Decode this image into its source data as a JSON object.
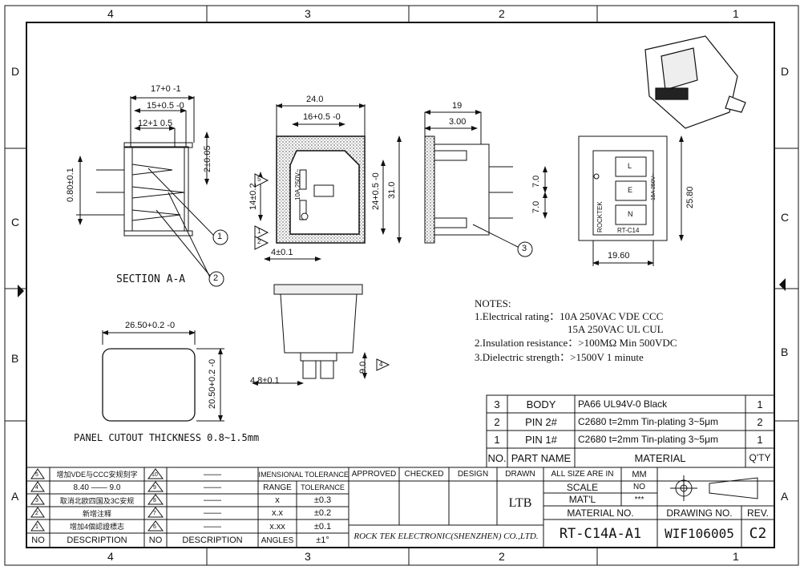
{
  "grid": {
    "cols_top": [
      "4",
      "3",
      "2",
      "1"
    ],
    "cols_bottom": [
      "4",
      "3",
      "2",
      "1"
    ],
    "rows_left": [
      "D",
      "C",
      "B",
      "A"
    ],
    "rows_right": [
      "D",
      "C",
      "B",
      "A"
    ]
  },
  "views": {
    "section": {
      "label": "SECTION A-A",
      "dims": [
        "17+0 -1",
        "15+0.5 -0",
        "12+1 0.5",
        "2±0.05",
        "0.80±0.1"
      ],
      "callouts": [
        "1",
        "2"
      ]
    },
    "front": {
      "dims": [
        "24.0",
        "16+0.5 -0",
        "14±0.2",
        "24+0.5 -0",
        "31.0",
        "4±0.1"
      ],
      "rating_text": "10A 250V~",
      "triangles": [
        "5",
        "1",
        "2"
      ]
    },
    "side": {
      "dims": [
        "19",
        "3.00",
        "7.0",
        "7.0"
      ],
      "callouts": [
        "3"
      ]
    },
    "rear": {
      "dims": [
        "25.80",
        "19.60"
      ],
      "texts": [
        "ROCKTEK",
        "RT-C14",
        "15A 250V~",
        "L",
        "E",
        "N"
      ]
    },
    "bottom": {
      "dims": [
        "4.8±0.1",
        "9.0"
      ],
      "triangles": [
        "4"
      ]
    },
    "cutout": {
      "dims": [
        "26.50+0.2 -0",
        "20.50+0.2 -0"
      ],
      "label": "PANEL CUTOUT THICKNESS 0.8~1.5mm"
    }
  },
  "notes": {
    "title": "NOTES:",
    "lines": [
      "1.Electrical rating：10A 250VAC   VDE CCC",
      "15A 250VAC    UL CUL",
      "2.Insulation resistance：>100MΩ  Min 500VDC",
      "3.Dielectric strength：>1500V 1 minute"
    ]
  },
  "bom": [
    {
      "no": "3",
      "part": "BODY",
      "material": "PA66  UL94V-0  Black",
      "qty": "1"
    },
    {
      "no": "2",
      "part": "PIN  2#",
      "material": "C2680  t=2mm  Tin-plating  3~5μm",
      "qty": "2"
    },
    {
      "no": "1",
      "part": "PIN  1#",
      "material": "C2680  t=2mm  Tin-plating  3~5μm",
      "qty": "1"
    }
  ],
  "bom_header": {
    "no": "NO.",
    "part": "PART  NAME",
    "material": "MATERIAL",
    "qty": "Q'TY"
  },
  "revisions_left": [
    {
      "no": "5",
      "desc": "增加VDE与CCC安规刻字"
    },
    {
      "no": "4",
      "desc": "8.40  ——  9.0"
    },
    {
      "no": "3",
      "desc": "取消北欧四国及3C安规"
    },
    {
      "no": "2",
      "desc": "新增注释"
    },
    {
      "no": "1",
      "desc": "增加4個認證標志"
    }
  ],
  "revisions_right": [
    {
      "no": "10",
      "desc": "——"
    },
    {
      "no": "9",
      "desc": "——"
    },
    {
      "no": "8",
      "desc": "——"
    },
    {
      "no": "7",
      "desc": "——"
    },
    {
      "no": "6",
      "desc": "——"
    }
  ],
  "rev_header": {
    "no": "NO",
    "desc": "DESCRIPTION"
  },
  "tolerances": {
    "title": "DIMENSIONAL  TOLERANCES",
    "range_label": "RANGE",
    "tol_label": "TOLERANCE",
    "rows": [
      {
        "range": "x",
        "tol": "±0.3"
      },
      {
        "range": "x.x",
        "tol": "±0.2"
      },
      {
        "range": "x.xx",
        "tol": "±0.1"
      },
      {
        "range": "ANGLES",
        "tol": "±1°"
      }
    ]
  },
  "signoff": {
    "approved": "APPROVED",
    "checked": "CHECKED",
    "design": "DESIGN",
    "drawn": "DRAWN",
    "drawn_by": "LTB"
  },
  "company": "ROCK TEK ELECTRONIC(SHENZHEN) CO.,LTD.",
  "size_block": {
    "all_size": "ALL  SIZE  ARE  IN",
    "unit": "MM",
    "scale_label": "SCALE",
    "scale_value": "NO",
    "mat_label": "MAT'L",
    "mat_value": "***",
    "material_no_label": "MATERIAL  NO."
  },
  "part_number": "RT-C14A-A1",
  "drawing_no_label": "DRAWING  NO.",
  "drawing_no": "WIF106005",
  "rev_label": "REV.",
  "rev_value": "C2"
}
